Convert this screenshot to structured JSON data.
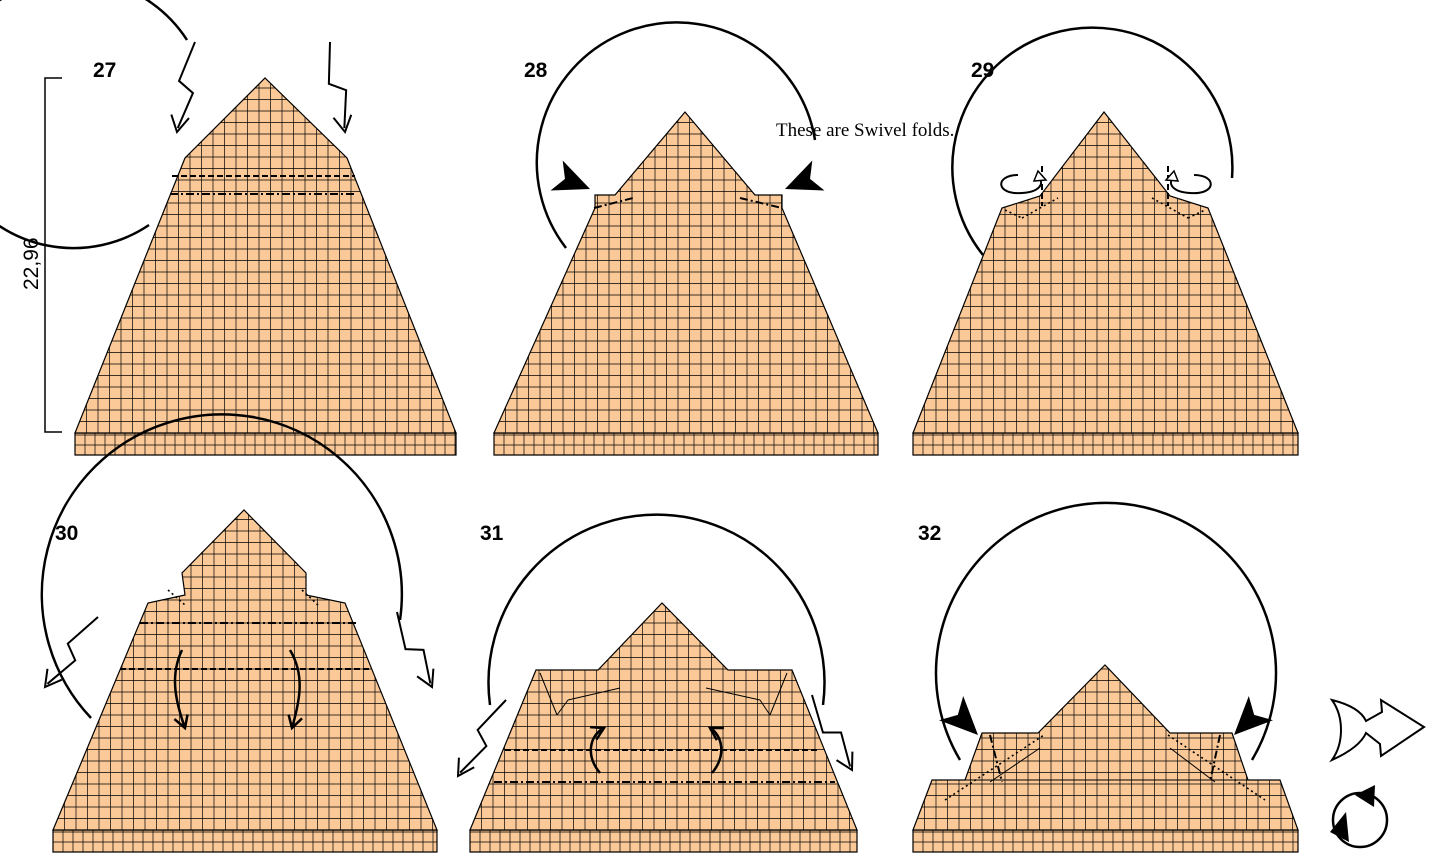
{
  "colors": {
    "paper": "#fac997",
    "line": "#000000",
    "background": "#ffffff"
  },
  "dimension": {
    "label": "22,96"
  },
  "note": "These are Swivel folds.",
  "steps": [
    {
      "number": "27"
    },
    {
      "number": "28"
    },
    {
      "number": "29"
    },
    {
      "number": "30"
    },
    {
      "number": "31"
    },
    {
      "number": "32"
    }
  ],
  "icons": [
    "push-arrow-icon",
    "valley-fold-line",
    "mountain-fold-line",
    "swivel-arrow-icon",
    "unfold-arrow-icon",
    "turn-over-icon"
  ]
}
